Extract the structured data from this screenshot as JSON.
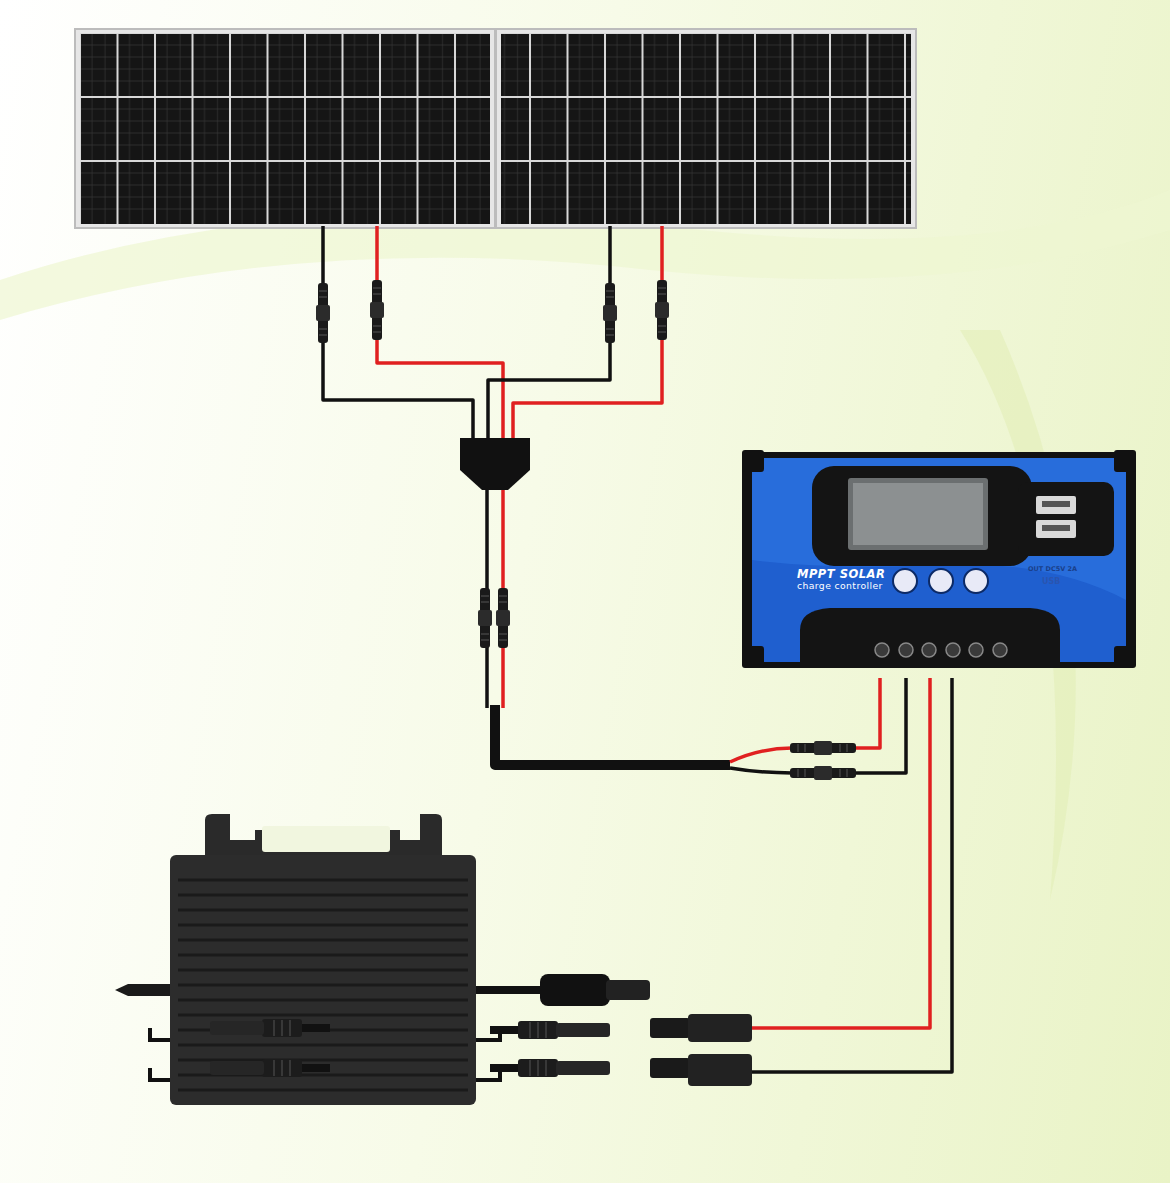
{
  "diagram": {
    "nodes": [
      {
        "text": [
          "MPPT SOLAR",
          "charge controller"
        ]
      }
    ],
    "labels": [
      "OUT DC5V 2A",
      "USB"
    ]
  }
}
